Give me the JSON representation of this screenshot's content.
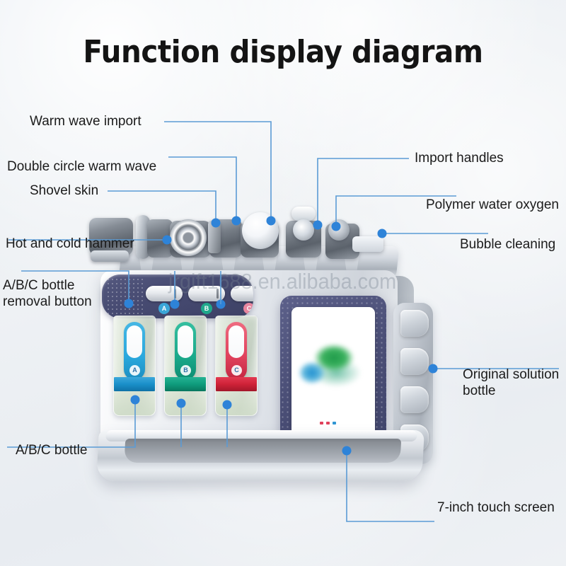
{
  "title": "Function display diagram",
  "watermark": "jrgift1688.en.alibaba.com",
  "colors": {
    "leader_line": "#5b9bd5",
    "leader_dot": "#2e83d8",
    "background": "#eef1f4",
    "panel_navy": "#474b72",
    "bottle_a": "#2aa8dd",
    "bottle_b": "#1aa98a",
    "bottle_c": "#e0415c",
    "screen_green": "#2ba44f",
    "screen_blue": "#2f96d3",
    "title_text": "#141414"
  },
  "callouts": {
    "left": [
      {
        "id": "warm-wave-import",
        "label": "Warm wave import"
      },
      {
        "id": "double-circle-warm-wave",
        "label": "Double circle warm wave"
      },
      {
        "id": "shovel-skin",
        "label": "Shovel skin"
      },
      {
        "id": "hot-and-cold-hammer",
        "label": "Hot and cold hammer"
      },
      {
        "id": "abc-bottle-removal-button",
        "label": "A/B/C bottle\nremoval button"
      },
      {
        "id": "abc-bottle",
        "label": "A/B/C bottle"
      }
    ],
    "right": [
      {
        "id": "import-handles",
        "label": "Import handles"
      },
      {
        "id": "polymer-water-oxygen",
        "label": "Polymer water oxygen"
      },
      {
        "id": "bubble-cleaning",
        "label": "Bubble cleaning"
      },
      {
        "id": "original-solution-bottle",
        "label": "Original solution\nbottle"
      },
      {
        "id": "seven-inch-touch-screen",
        "label": "7-inch touch screen"
      }
    ]
  },
  "device": {
    "panel_buttons": [
      {
        "letter": "A",
        "color": "#3aa6d8"
      },
      {
        "letter": "B",
        "color": "#1fa98c"
      },
      {
        "letter": "C",
        "color": "#e8859e"
      }
    ],
    "bottles": [
      {
        "letter": "A",
        "ring_color": "#1a8fc9",
        "label_color": "#2aa8dd"
      },
      {
        "letter": "B",
        "ring_color": "#0f9c7c",
        "label_color": "#1aa98a"
      },
      {
        "letter": "C",
        "ring_color": "#cf2238",
        "label_color": "#e0415c"
      }
    ],
    "screen_leds": [
      "#e0415c",
      "#e0415c",
      "#2f96d3"
    ],
    "rack_slots": 4,
    "handle_count": 6
  }
}
